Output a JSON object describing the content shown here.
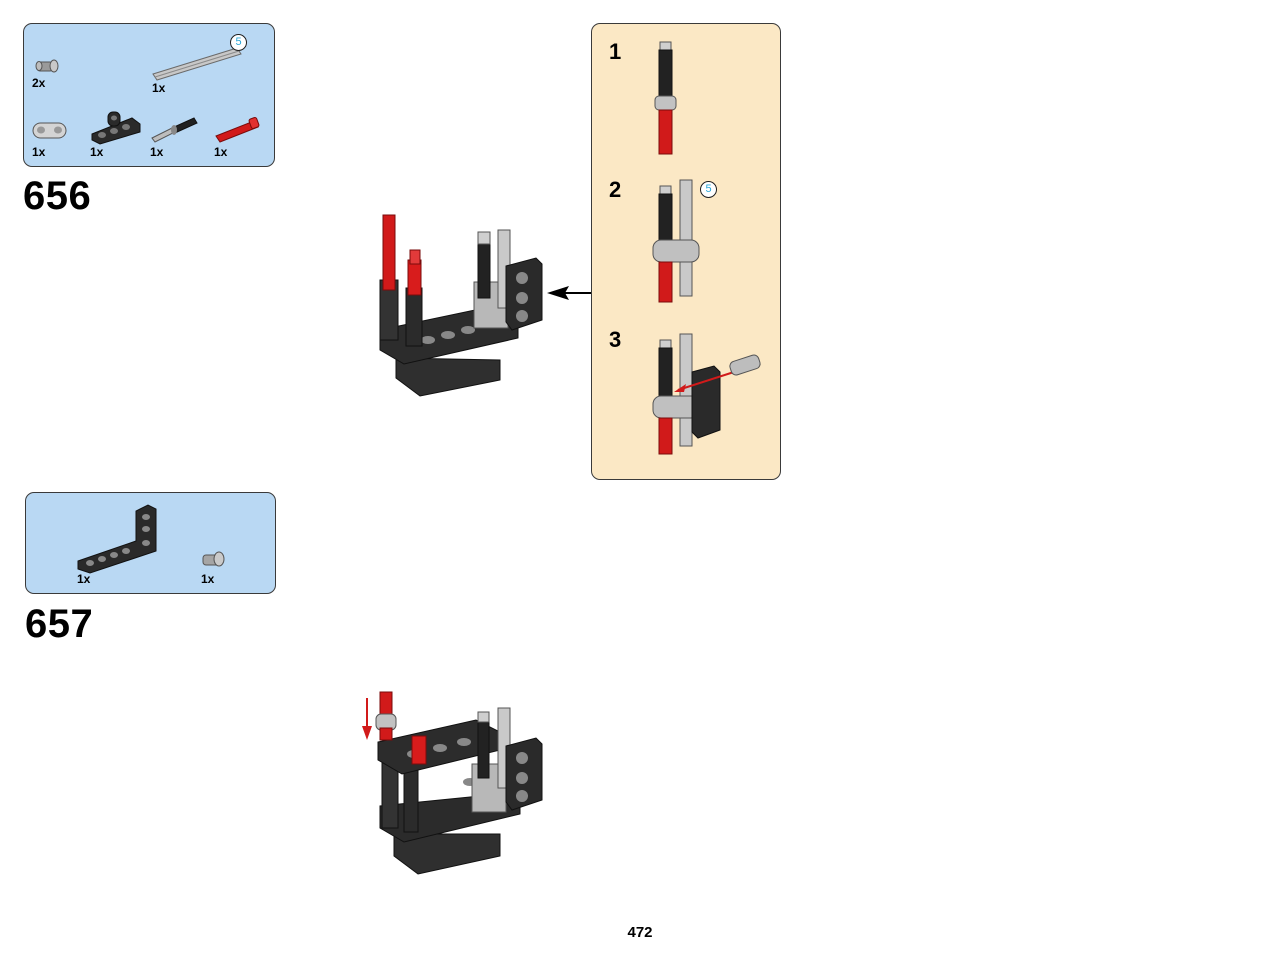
{
  "page_number": "472",
  "steps": [
    {
      "number": "656",
      "parts": [
        {
          "name": "bush-pin-gray",
          "qty": "2x"
        },
        {
          "name": "axle-long-gray",
          "qty": "1x",
          "length_badge": "5"
        },
        {
          "name": "liftarm-2-light-gray",
          "qty": "1x"
        },
        {
          "name": "liftarm-3x3-t-black",
          "qty": "1x"
        },
        {
          "name": "axle-pin-black",
          "qty": "1x"
        },
        {
          "name": "axle-red",
          "qty": "1x"
        }
      ],
      "callout": {
        "substeps": [
          {
            "number": "1"
          },
          {
            "number": "2",
            "length_badge": "5"
          },
          {
            "number": "3"
          }
        ]
      }
    },
    {
      "number": "657",
      "parts": [
        {
          "name": "liftarm-l-black",
          "qty": "1x"
        },
        {
          "name": "bush-gray",
          "qty": "1x"
        }
      ]
    }
  ],
  "colors": {
    "parts_box_bg": "#b9d8f3",
    "callout_bg": "#fbe8c5",
    "brick_black": "#2a2a2a",
    "brick_red": "#d11a1a",
    "brick_gray": "#b8b8b8",
    "badge_text": "#2aa7d8"
  }
}
